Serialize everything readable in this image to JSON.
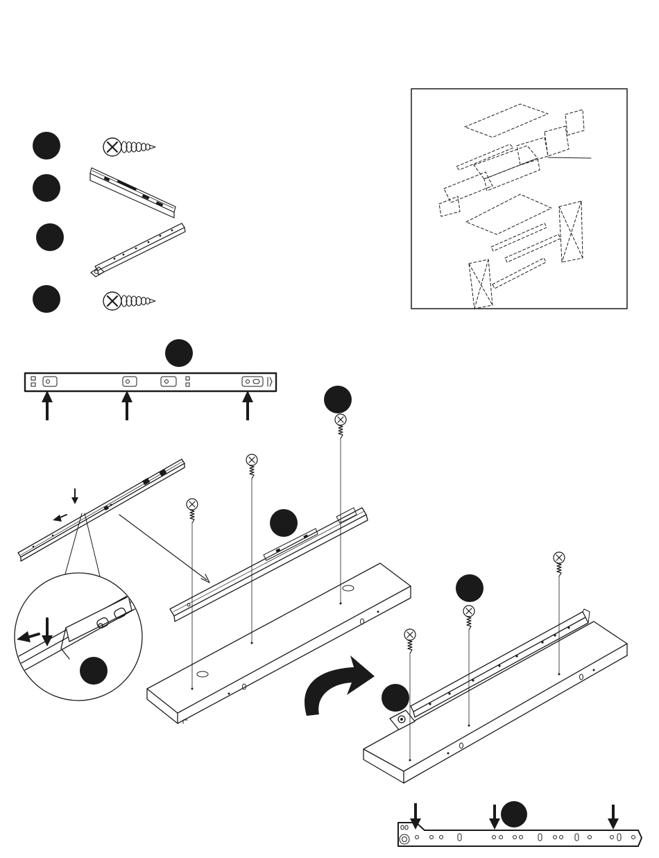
{
  "page": {
    "kind": "assembly-instruction-sheet",
    "has_printed_text": false
  },
  "colors": {
    "ink": "#1a1a1a",
    "paper": "#ffffff"
  },
  "parts_legend": {
    "items": [
      {
        "icon": "phillips-screw-icon"
      },
      {
        "icon": "drawer-slide-rail-icon"
      },
      {
        "icon": "cabinet-slide-rail-icon"
      },
      {
        "icon": "phillips-screw-icon"
      }
    ]
  },
  "overview": {
    "icon": "exploded-furniture-icon"
  },
  "steps": {
    "slide_holes_top": {
      "arrows": 3
    },
    "screw_count_drawer_side": 3,
    "screw_count_cabinet_side": 3,
    "slide_holes_bottom": {
      "arrows": 3
    },
    "rotate": {
      "icon": "curved-arrow-icon"
    }
  }
}
